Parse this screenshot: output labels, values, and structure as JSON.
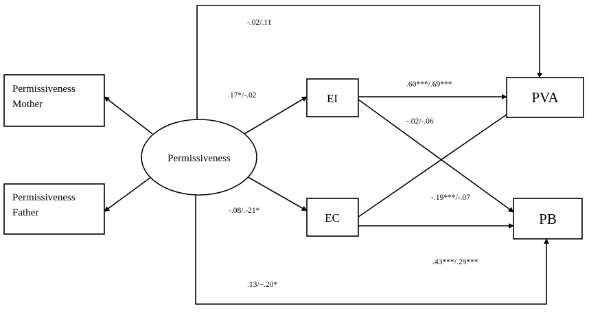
{
  "nodes": {
    "permissiveness_mother": [
      "Permissiveness",
      "Mother"
    ],
    "permissiveness_father": [
      "Permissiveness",
      "Father"
    ],
    "permissiveness": "Permissiveness",
    "ei": "EI",
    "ec": "EC",
    "pva": "PVA",
    "pb": "PB"
  },
  "coefficients": {
    "perm_to_pva": "-.02/.11",
    "perm_to_ei": ".17*/-.02",
    "perm_to_ec": "-.08/.-21*",
    "perm_to_pb": ".13/−.20*",
    "ei_to_pva": ".60***/.69***",
    "ei_to_pb": "-.02/-.06",
    "ec_to_pva": "-.19***/-.07",
    "ec_to_pb": ".43***/.29***"
  }
}
